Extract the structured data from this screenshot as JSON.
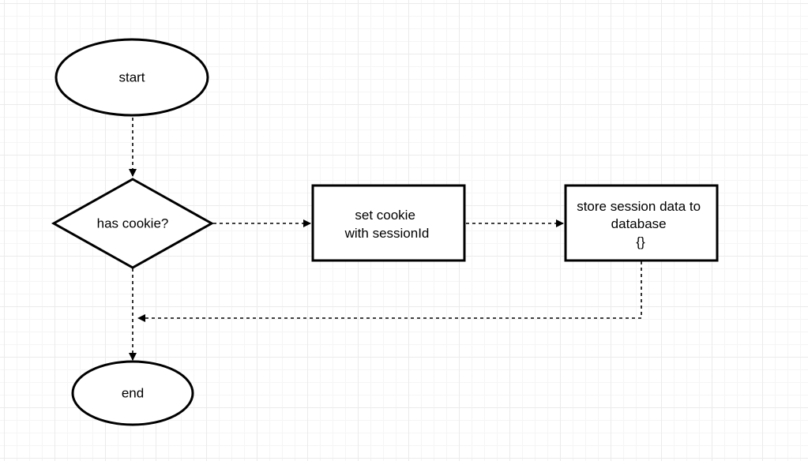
{
  "diagram": {
    "nodes": {
      "start": {
        "label": "start"
      },
      "has_cookie": {
        "label": "has cookie?"
      },
      "set_cookie": {
        "lines": [
          "set cookie",
          "with sessionId"
        ]
      },
      "store_session": {
        "lines": [
          "store session data to",
          "database",
          "{}"
        ]
      },
      "end": {
        "label": "end"
      }
    }
  }
}
